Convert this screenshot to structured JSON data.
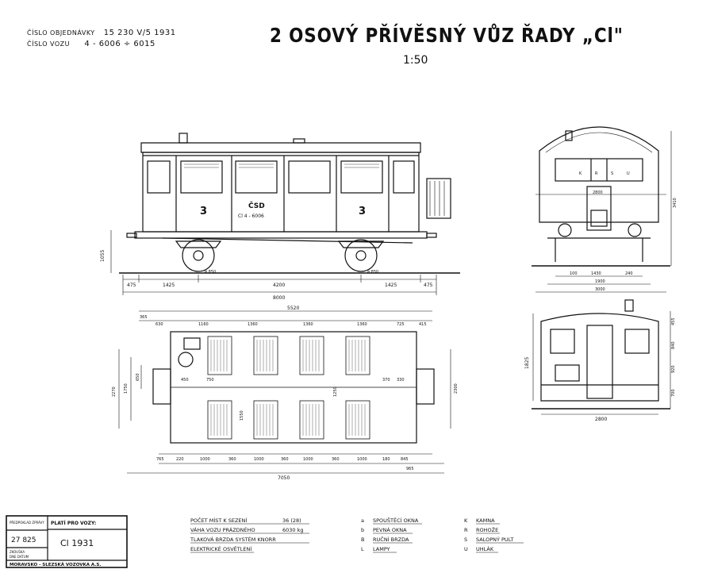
{
  "header": {
    "order_label": "ČÍSLO OBJEDNÁVKY",
    "order_value": "15 230 V/5 1931",
    "car_label": "ČÍSLO VOZU",
    "car_value": "4 - 6006 ÷ 6015"
  },
  "title": "2 OSOVÝ PŘÍVĚSNÝ VŮZ ŘADY „Cl\"",
  "scale": "1:50",
  "side_view": {
    "class_left": "3",
    "class_right": "3",
    "owner": "ČSD",
    "number": "Cl 4 - 6006",
    "wheel_left": "ø 850",
    "wheel_right": "ø 850",
    "height_left": "1055",
    "dims_bottom": [
      "475",
      "1425",
      "4200",
      "1425",
      "475"
    ],
    "overall": "8000"
  },
  "plan_view": {
    "top_dims": [
      "365",
      "630",
      "1160",
      "1360",
      "1360",
      "1360",
      "725",
      "415"
    ],
    "top_total": "5520",
    "bottom_dims": [
      "765",
      "220",
      "1000",
      "360",
      "1000",
      "360",
      "1000",
      "360",
      "1000",
      "180",
      "845"
    ],
    "bottom_sub": "965",
    "overall": "7050",
    "left_dims": [
      "2270",
      "1750",
      "650"
    ],
    "right_dim": "2300",
    "inner_dims": [
      "450",
      "750",
      "1550",
      "1250",
      "370",
      "330"
    ]
  },
  "end_view": {
    "width_inner": "2800",
    "dims_bottom": [
      "100",
      "1430",
      "1900",
      "240",
      "3000"
    ],
    "height": "3410",
    "labels": [
      "K",
      "R",
      "S",
      "U"
    ]
  },
  "section_view": {
    "width": "2800",
    "height": "1825",
    "right_dims": [
      "455",
      "840",
      "920",
      "700"
    ]
  },
  "title_block": {
    "r1_small": "PŘEDPOKLAD ZPRÁVY",
    "platí_label": "PLATÍ PRO VOZY:",
    "number": "27 825",
    "small_lines": [
      "ZKOUŠKA",
      "DNE DATUM"
    ],
    "vehicles": "Cl 1931",
    "maker": "MORAVSKO - SLEZSKÁ VOZOVKA A.S."
  },
  "specs": [
    {
      "label": "POČET MÍST K SEZENÍ",
      "value": "36 (28)"
    },
    {
      "label": "VÁHA VOZU PRÁZDNÉHO",
      "value": "6030 kg"
    },
    {
      "label": "TLAKOVÁ BRZDA SYSTÉM KNORR",
      "value": ""
    },
    {
      "label": "ELEKTRICKÉ OSVĚTLENÍ",
      "value": ""
    }
  ],
  "legend_mid": [
    {
      "key": "a",
      "text": "SPOUŠTĚCÍ OKNA"
    },
    {
      "key": "b",
      "text": "PEVNÁ OKNA"
    },
    {
      "key": "B",
      "text": "RUČNÍ BRZDA"
    },
    {
      "key": "L",
      "text": "LAMPY"
    }
  ],
  "legend_right": [
    {
      "key": "K",
      "text": "KAMNA"
    },
    {
      "key": "R",
      "text": "ROHOŽE"
    },
    {
      "key": "S",
      "text": "SALOPNÝ PULT"
    },
    {
      "key": "U",
      "text": "UHLÁK"
    }
  ]
}
